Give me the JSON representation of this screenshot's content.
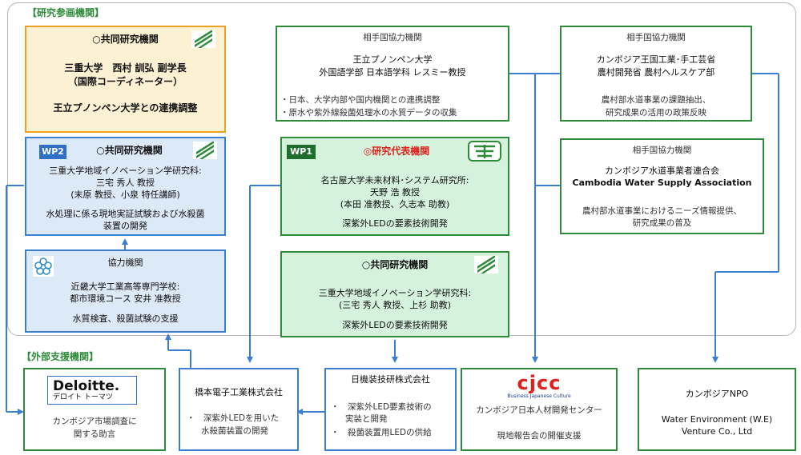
{
  "sections": {
    "research": "【研究参画機関】",
    "external": "【外部支援機関】"
  },
  "coop1": {
    "title": "○共同研究機関",
    "line1": "三重大学　西村 訓弘 副学長",
    "line2": "（国際コーディネーター）",
    "line3": "王立プノンペン大学との連携調整"
  },
  "partner_rupp": {
    "heading": "相手国協力機関",
    "name1": "王立プノンペン大学",
    "name2": "外国語学部 日本語学科 レスミー教授",
    "bullet1": "・日本、大学内部や国内機関との連携調整",
    "bullet2": "・原水や紫外線殺菌処理水の水質データの収集"
  },
  "partner_mih": {
    "heading": "相手国協力機関",
    "name1": "カンボジア王国工業･手工芸省",
    "name2": "農村開発省 農村ヘルスケア部",
    "desc1": "農村部水道事業の課題抽出、",
    "desc2": "研究成果の活用の政策反映"
  },
  "wp2": {
    "tag": "WP2",
    "title": "○共同研究機関",
    "line1": "三重大学地域イノベーション学研究科:",
    "line2": "三宅 秀人 教授",
    "line3": "(末原 教授、小泉 特任講師)",
    "line4": "水処理に係る現地実証試験および水殺菌",
    "line5": "装置の開発"
  },
  "wp1": {
    "tag": "WP1",
    "title": "◎研究代表機関",
    "line1": "名古屋大学未来材料･システム研究所:",
    "line2": "天野 浩 教授",
    "line3": "(本田 准教授、久志本 助教)",
    "line4": "深紫外LEDの要素技術開発"
  },
  "partner_cwsa": {
    "heading": "相手国協力機関",
    "name1": "カンボジア水道事業者連合会",
    "name2": "Cambodia Water Supply Association",
    "desc1": "農村部水道事業におけるニーズ情報提供、",
    "desc2": "研究成果の普及"
  },
  "kindai": {
    "title": "協力機関",
    "line1": "近畿大学工業高等専門学校:",
    "line2": "都市環境コース 安井 准教授",
    "line3": "水質検査、殺菌試験の支援"
  },
  "coop2": {
    "title": "○共同研究機関",
    "line1": "三重大学地域イノベーション学研究科:",
    "line2": "(三宅 秀人 教授、上杉 助教)",
    "line3": "深紫外LEDの要素技術開発"
  },
  "deloitte": {
    "logo_main": "Deloitte.",
    "logo_sub": "デロイト トーマツ",
    "desc1": "カンボジア市場調査に",
    "desc2": "関する助言"
  },
  "hashimoto": {
    "title": "橋本電子工業株式会社",
    "bullet1": "・　深紫外LEDを用いた",
    "bullet2": "水殺菌装置の開発"
  },
  "nikkiso": {
    "title": "日機装技研株式会社",
    "bullet1": "・　深紫外LED要素技術の",
    "bullet2": "実装と開発",
    "bullet3": "・　殺菌装置用LEDの供給"
  },
  "cjcc": {
    "logo": "cjcc",
    "logo_small": "Business Japanese Culture",
    "name": "カンボジア日本人材開発センター",
    "desc": "現地報告会の開催支援"
  },
  "npo": {
    "title": "カンボジアNPO",
    "line1": "Water Environment (W.E)",
    "line2": "Venture Co., Ltd"
  },
  "colors": {
    "green": "#2e8b3a",
    "blue": "#3b7fd1",
    "red": "#e0201b",
    "coop1_fill": "#fdf1d3",
    "coop1_border": "#f0a020",
    "wp2_fill": "#dce9f7",
    "wp1_fill": "#d4f2dc",
    "kindai_fill": "#dce9f7",
    "wp1_tag": "#1e6e2e",
    "wp2_tag": "#2f6fc7"
  }
}
